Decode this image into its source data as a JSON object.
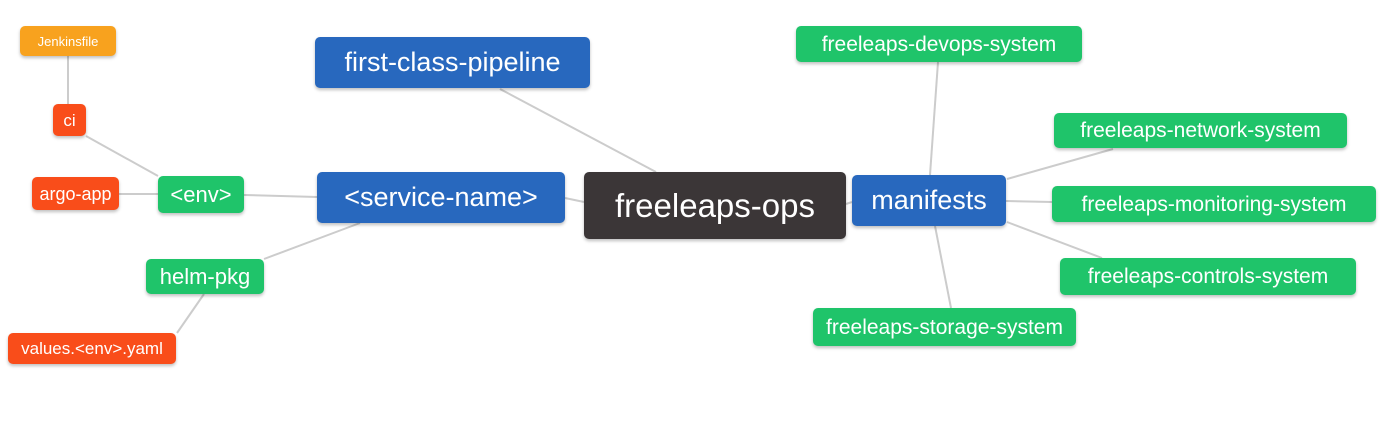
{
  "palette": {
    "blue": "#2868BE",
    "green": "#1FC46A",
    "orange": "#F8A21E",
    "red": "#F94D1A",
    "dark": "#3B3637",
    "edge": "#CCCCCC",
    "node_text": "#FFFFFF",
    "background": "#FFFFFF"
  },
  "mindmap": {
    "root_id": "freeleaps_ops",
    "nodes": {
      "jenkinsfile": {
        "label": "Jenkinsfile",
        "color": "orange"
      },
      "ci": {
        "label": "ci",
        "color": "red"
      },
      "argo_app": {
        "label": "argo-app",
        "color": "red"
      },
      "env": {
        "label": "<env>",
        "color": "green"
      },
      "helm_pkg": {
        "label": "helm-pkg",
        "color": "green"
      },
      "values_env_yaml": {
        "label": "values.<env>.yaml",
        "color": "red"
      },
      "first_class_pipeline": {
        "label": "first-class-pipeline",
        "color": "blue"
      },
      "service_name": {
        "label": "<service-name>",
        "color": "blue"
      },
      "freeleaps_ops": {
        "label": "freeleaps-ops",
        "color": "dark"
      },
      "manifests": {
        "label": "manifests",
        "color": "blue"
      },
      "devops_system": {
        "label": "freeleaps-devops-system",
        "color": "green"
      },
      "network_system": {
        "label": "freeleaps-network-system",
        "color": "green"
      },
      "monitoring_system": {
        "label": "freeleaps-monitoring-system",
        "color": "green"
      },
      "controls_system": {
        "label": "freeleaps-controls-system",
        "color": "green"
      },
      "storage_system": {
        "label": "freeleaps-storage-system",
        "color": "green"
      }
    },
    "edges": [
      {
        "from": "jenkinsfile",
        "to": "ci"
      },
      {
        "from": "ci",
        "to": "env"
      },
      {
        "from": "argo_app",
        "to": "env"
      },
      {
        "from": "env",
        "to": "service_name"
      },
      {
        "from": "helm_pkg",
        "to": "service_name"
      },
      {
        "from": "values_env_yaml",
        "to": "helm_pkg"
      },
      {
        "from": "first_class_pipeline",
        "to": "freeleaps_ops"
      },
      {
        "from": "service_name",
        "to": "freeleaps_ops"
      },
      {
        "from": "freeleaps_ops",
        "to": "manifests"
      },
      {
        "from": "manifests",
        "to": "devops_system"
      },
      {
        "from": "manifests",
        "to": "network_system"
      },
      {
        "from": "manifests",
        "to": "monitoring_system"
      },
      {
        "from": "manifests",
        "to": "controls_system"
      },
      {
        "from": "manifests",
        "to": "storage_system"
      }
    ]
  }
}
